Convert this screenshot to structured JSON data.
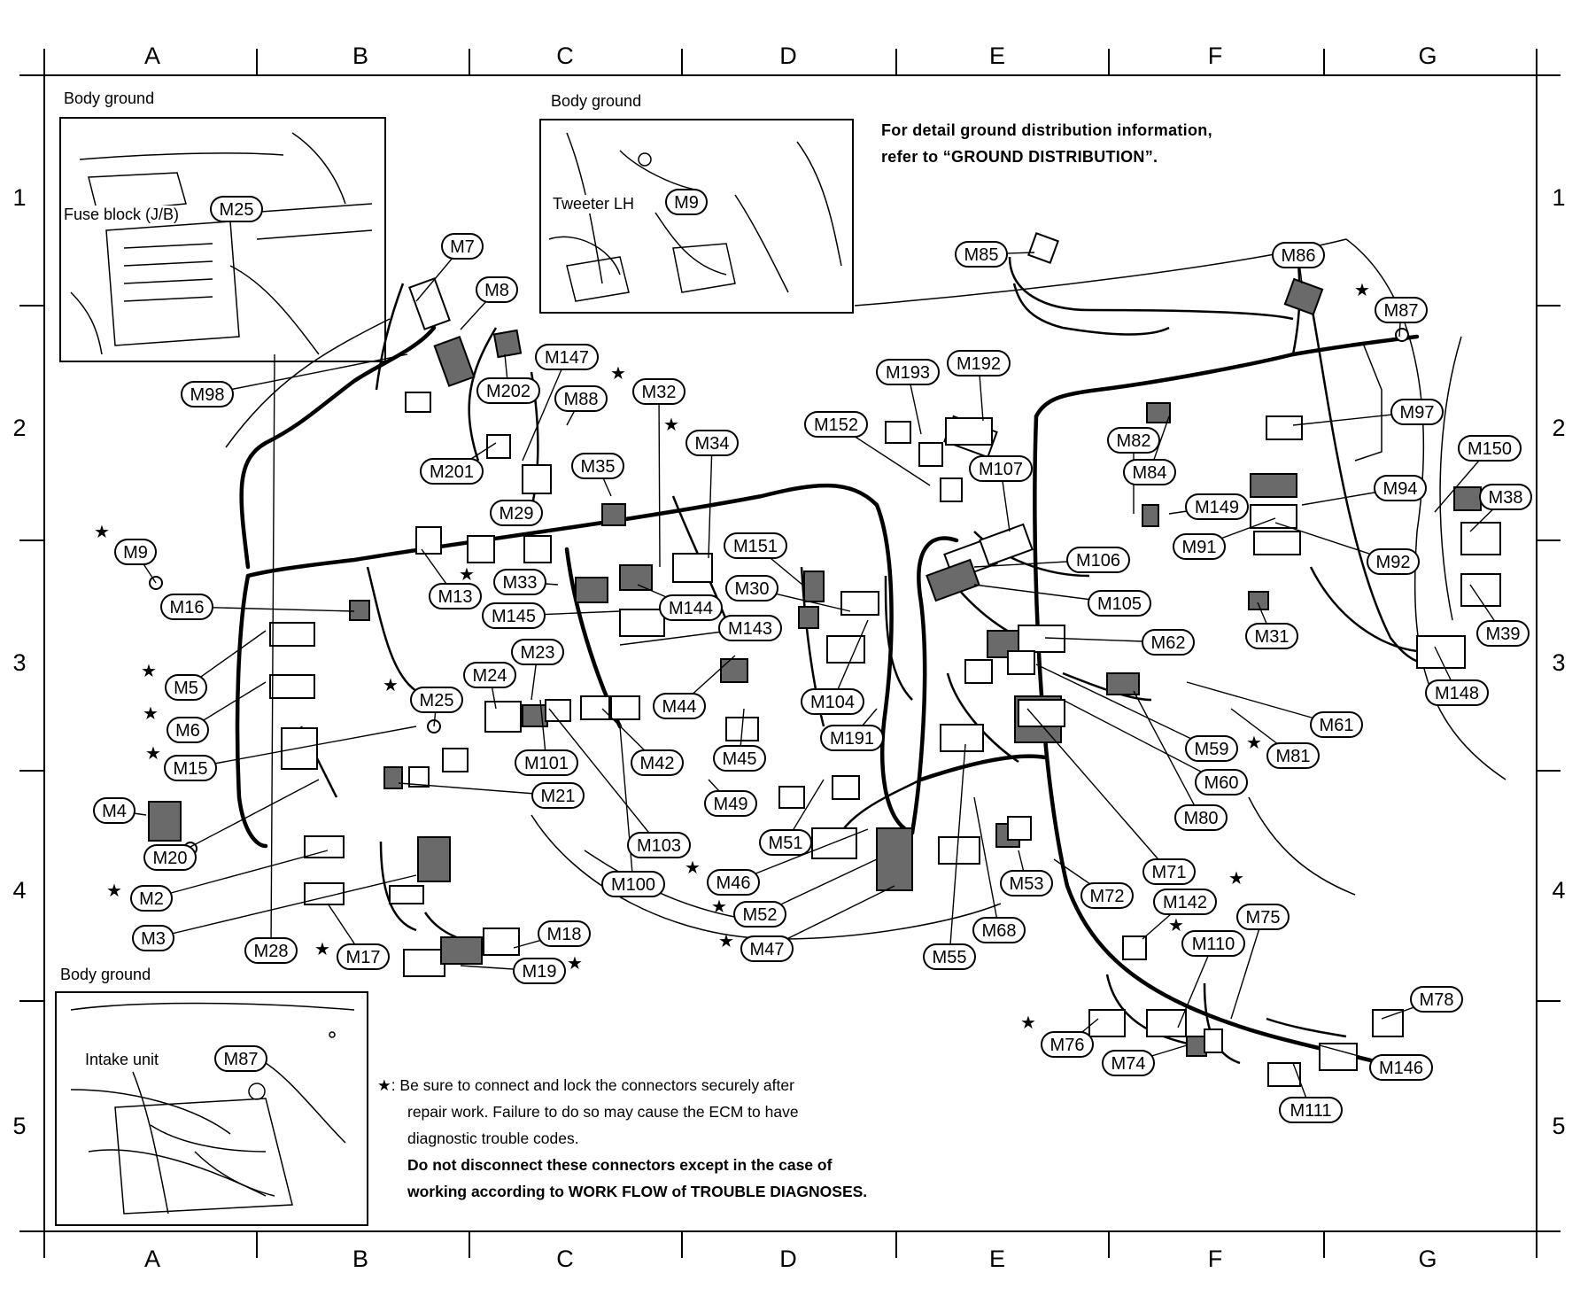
{
  "columns": [
    "A",
    "B",
    "C",
    "D",
    "E",
    "F",
    "G"
  ],
  "rows": [
    "1",
    "2",
    "3",
    "4",
    "5"
  ],
  "header_note": {
    "line1": "For detail ground distribution information,",
    "line2": "refer to “GROUND DISTRIBUTION”."
  },
  "insets": {
    "top_left": {
      "caption": "Body ground",
      "label_fuse": "Fuse block (J/B)",
      "connector": "M25"
    },
    "top_center": {
      "caption": "Body ground",
      "label_tweeter": "Tweeter LH",
      "connector": "M9"
    },
    "bottom_left": {
      "caption": "Body ground",
      "label_intake": "Intake unit",
      "connector": "M87"
    }
  },
  "footnote": {
    "symbol": "★",
    "line1": ": Be sure to connect and lock the connectors securely after",
    "line2": "repair work. Failure to do so may cause the ECM to have",
    "line3": "diagnostic trouble codes.",
    "line4": "Do not disconnect these connectors except in the case of",
    "line5": "working according to WORK FLOW of TROUBLE DIAGNOSES."
  },
  "connectors": [
    {
      "id": "M7",
      "star": false
    },
    {
      "id": "M8",
      "star": false
    },
    {
      "id": "M98",
      "star": false
    },
    {
      "id": "M202",
      "star": false
    },
    {
      "id": "M147",
      "star": false
    },
    {
      "id": "M88",
      "star": false
    },
    {
      "id": "M32",
      "star": true
    },
    {
      "id": "M34",
      "star": true
    },
    {
      "id": "M201",
      "star": false
    },
    {
      "id": "M35",
      "star": false
    },
    {
      "id": "M29",
      "star": false
    },
    {
      "id": "M9",
      "star": true
    },
    {
      "id": "M13",
      "star": false
    },
    {
      "id": "M33",
      "star": true
    },
    {
      "id": "M16",
      "star": false
    },
    {
      "id": "M145",
      "star": false
    },
    {
      "id": "M144",
      "star": false
    },
    {
      "id": "M151",
      "star": false
    },
    {
      "id": "M30",
      "star": false
    },
    {
      "id": "M143",
      "star": false
    },
    {
      "id": "M5",
      "star": true
    },
    {
      "id": "M23",
      "star": false
    },
    {
      "id": "M24",
      "star": false
    },
    {
      "id": "M25",
      "star": true
    },
    {
      "id": "M6",
      "star": true
    },
    {
      "id": "M44",
      "star": false
    },
    {
      "id": "M101",
      "star": false
    },
    {
      "id": "M15",
      "star": true
    },
    {
      "id": "M42",
      "star": false
    },
    {
      "id": "M45",
      "star": false
    },
    {
      "id": "M4",
      "star": false
    },
    {
      "id": "M21",
      "star": false
    },
    {
      "id": "M49",
      "star": false
    },
    {
      "id": "M20",
      "star": false
    },
    {
      "id": "M103",
      "star": false
    },
    {
      "id": "M51",
      "star": false
    },
    {
      "id": "M2",
      "star": true
    },
    {
      "id": "M100",
      "star": false
    },
    {
      "id": "M46",
      "star": true
    },
    {
      "id": "M52",
      "star": true
    },
    {
      "id": "M3",
      "star": false
    },
    {
      "id": "M18",
      "star": false
    },
    {
      "id": "M28",
      "star": false
    },
    {
      "id": "M17",
      "star": true
    },
    {
      "id": "M47",
      "star": true
    },
    {
      "id": "M19",
      "star": true
    },
    {
      "id": "M85",
      "star": false
    },
    {
      "id": "M86",
      "star": false
    },
    {
      "id": "M87",
      "star": true
    },
    {
      "id": "M193",
      "star": false
    },
    {
      "id": "M192",
      "star": false
    },
    {
      "id": "M152",
      "star": false
    },
    {
      "id": "M97",
      "star": false
    },
    {
      "id": "M82",
      "star": false
    },
    {
      "id": "M107",
      "star": false
    },
    {
      "id": "M150",
      "star": false
    },
    {
      "id": "M84",
      "star": false
    },
    {
      "id": "M94",
      "star": false
    },
    {
      "id": "M38",
      "star": false
    },
    {
      "id": "M149",
      "star": false
    },
    {
      "id": "M91",
      "star": false
    },
    {
      "id": "M92",
      "star": false
    },
    {
      "id": "M106",
      "star": false
    },
    {
      "id": "M105",
      "star": false
    },
    {
      "id": "M31",
      "star": false
    },
    {
      "id": "M39",
      "star": false
    },
    {
      "id": "M62",
      "star": false
    },
    {
      "id": "M104",
      "star": false
    },
    {
      "id": "M148",
      "star": false
    },
    {
      "id": "M191",
      "star": false
    },
    {
      "id": "M61",
      "star": false
    },
    {
      "id": "M59",
      "star": false
    },
    {
      "id": "M81",
      "star": true
    },
    {
      "id": "M60",
      "star": false
    },
    {
      "id": "M80",
      "star": false
    },
    {
      "id": "M71",
      "star": false
    },
    {
      "id": "M53",
      "star": false
    },
    {
      "id": "M72",
      "star": false
    },
    {
      "id": "M142",
      "star": true
    },
    {
      "id": "M75",
      "star": false
    },
    {
      "id": "M68",
      "star": false
    },
    {
      "id": "M110",
      "star": true
    },
    {
      "id": "M55",
      "star": false
    },
    {
      "id": "M78",
      "star": false
    },
    {
      "id": "M76",
      "star": true
    },
    {
      "id": "M74",
      "star": false
    },
    {
      "id": "M146",
      "star": false
    },
    {
      "id": "M111",
      "star": false
    }
  ]
}
